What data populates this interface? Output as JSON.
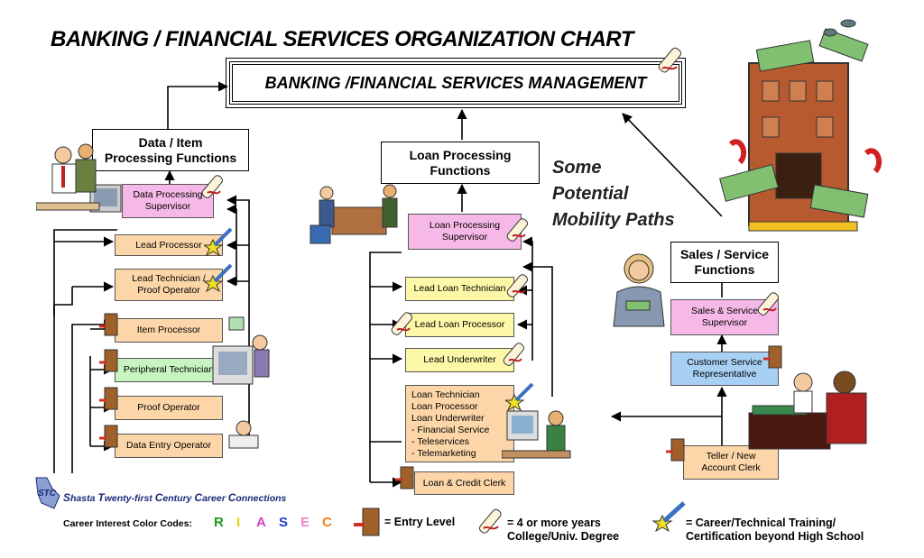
{
  "title": "BANKING / FINANCIAL SERVICES ORGANIZATION CHART",
  "management": "BANKING /FINANCIAL SERVICES MANAGEMENT",
  "sections": {
    "data_item": "Data / Item\nProcessing Functions",
    "loan": "Loan Processing\nFunctions",
    "sales": "Sales / Service\nFunctions"
  },
  "data_item_roles": {
    "supervisor": "Data Processing\nSupervisor",
    "lead_processor": "Lead Processor",
    "lead_technician": "Lead Technician /\nProof Operator",
    "item_processor": "Item Processor",
    "peripheral_technician": "Peripheral Technician",
    "proof_operator": "Proof Operator",
    "data_entry": "Data Entry Operator"
  },
  "loan_roles": {
    "supervisor": "Loan Processing\nSupervisor",
    "lead_technician": "Lead Loan Technician",
    "lead_processor": "Lead Loan Processor",
    "lead_underwriter": "Lead Underwriter",
    "group": "Loan Technician\nLoan Processor\nLoan Underwriter\n  - Financial Service\n  - Teleservices\n  - Telemarketing",
    "clerk": "Loan & Credit Clerk"
  },
  "sales_roles": {
    "supervisor": "Sales & Service\nSupervisor",
    "csr": "Customer Service\nRepresentative",
    "teller": "Teller / New\nAccount Clerk"
  },
  "mobility": "Some\nPotential\nMobility Paths",
  "org_name": {
    "s": "S",
    "hasta": "hasta ",
    "t": "T",
    "wenty": "wenty-first ",
    "c1": "C",
    "entury": "entury ",
    "c2": "C",
    "areer": "areer ",
    "c3": "C",
    "onnections": "onnections"
  },
  "logo_text": "STC",
  "color_codes_label": "Career Interest Color Codes:",
  "color_codes": [
    {
      "letter": "R",
      "color": "#1a9a1a"
    },
    {
      "letter": "I",
      "color": "#e8d400"
    },
    {
      "letter": "A",
      "color": "#d040c8"
    },
    {
      "letter": "S",
      "color": "#2040d0"
    },
    {
      "letter": "E",
      "color": "#f080d0"
    },
    {
      "letter": "C",
      "color": "#f08020"
    }
  ],
  "legend": {
    "entry": "= Entry Level",
    "degree": "=  4 or more years\n    College/Univ.  Degree",
    "training": "= Career/Technical Training/\n   Certification beyond High School"
  },
  "colors": {
    "pink": "#f6b8e6",
    "orange": "#fcd6a8",
    "green": "#c8f4c2",
    "yellow": "#fcf8a8",
    "blue": "#a8d0f4"
  }
}
